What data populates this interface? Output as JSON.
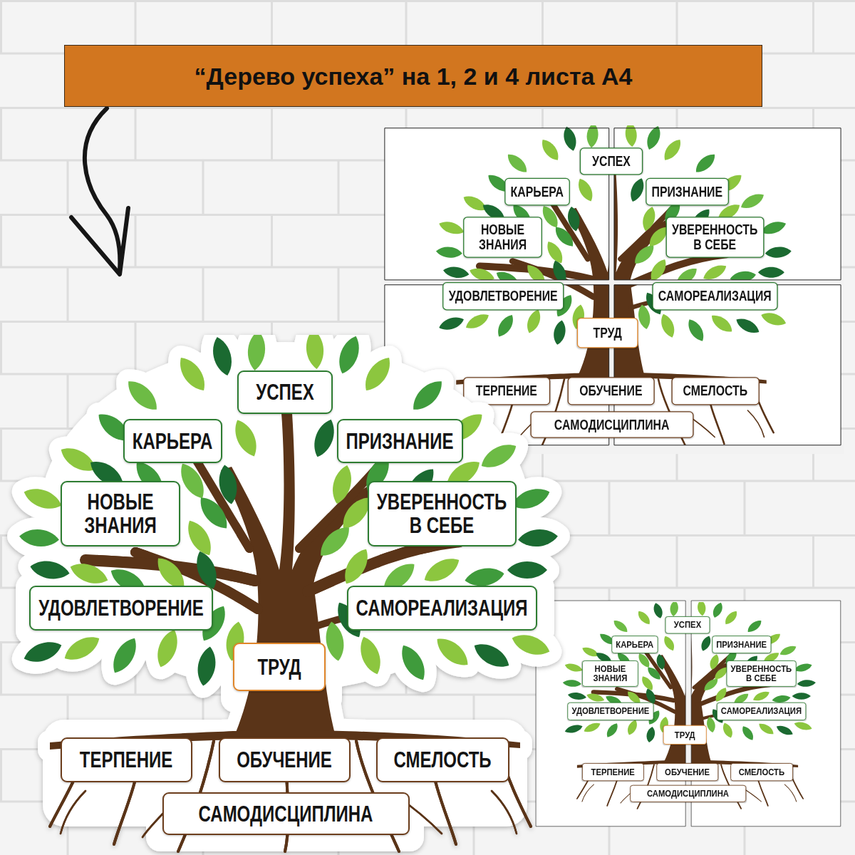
{
  "diagram": {
    "title": "“Дерево успеха” на 1, 2 и 4 листа А4",
    "nodes": [
      {
        "text": [
          "УСПЕХ"
        ]
      },
      {
        "text": [
          "КАРЬЕРА"
        ]
      },
      {
        "text": [
          "ПРИЗНАНИЕ"
        ]
      },
      {
        "text": [
          "НОВЫЕ ЗНАНИЯ"
        ]
      },
      {
        "text": [
          "УВЕРЕННОСТЬ В СЕБЕ"
        ]
      },
      {
        "text": [
          "УДОВЛЕТВОРЕНИЕ"
        ]
      },
      {
        "text": [
          "САМОРЕАЛИЗАЦИЯ"
        ]
      },
      {
        "text": [
          "ТРУД"
        ]
      },
      {
        "text": [
          "ТЕРПЕНИЕ"
        ]
      },
      {
        "text": [
          "ОБУЧЕНИЕ"
        ]
      },
      {
        "text": [
          "СМЕЛОСТЬ"
        ]
      },
      {
        "text": [
          "САМОДИСЦИПЛИНА"
        ]
      },
      {
        "text": [
          "УСПЕХ"
        ]
      },
      {
        "text": [
          "КАРЬЕРА"
        ]
      },
      {
        "text": [
          "ПРИЗНАНИЕ"
        ]
      },
      {
        "text": [
          "НОВЫЕ ЗНАНИЯ"
        ]
      },
      {
        "text": [
          "УВЕРЕННОСТЬ В СЕБЕ"
        ]
      },
      {
        "text": [
          "УДОВЛЕТВОРЕНИЕ"
        ]
      },
      {
        "text": [
          "САМОРЕАЛИЗАЦИЯ"
        ]
      },
      {
        "text": [
          "ТРУД"
        ]
      },
      {
        "text": [
          "ТЕРПЕНИЕ"
        ]
      },
      {
        "text": [
          "ОБУЧЕНИЕ"
        ]
      },
      {
        "text": [
          "СМЕЛОСТЬ"
        ]
      },
      {
        "text": [
          "САМОДИСЦИПЛИНА"
        ]
      },
      {
        "text": [
          "УСПЕХ"
        ]
      },
      {
        "text": [
          "КАРЬЕРА"
        ]
      },
      {
        "text": [
          "ПРИЗНАНИЕ"
        ]
      },
      {
        "text": [
          "НОВЫЕ ЗНАНИЯ"
        ]
      },
      {
        "text": [
          "УВЕРЕННОСТЬ В СЕБЕ"
        ]
      },
      {
        "text": [
          "УДОВЛЕТВОРЕНИЕ"
        ]
      },
      {
        "text": [
          "САМОРЕАЛИЗАЦИЯ"
        ]
      },
      {
        "text": [
          "ТРУД"
        ]
      },
      {
        "text": [
          "ТЕРПЕНИЕ"
        ]
      },
      {
        "text": [
          "ОБУЧЕНИЕ"
        ]
      },
      {
        "text": [
          "СМЕЛОСТЬ"
        ]
      },
      {
        "text": [
          "САМОДИСЦИПЛИНА"
        ]
      }
    ]
  }
}
